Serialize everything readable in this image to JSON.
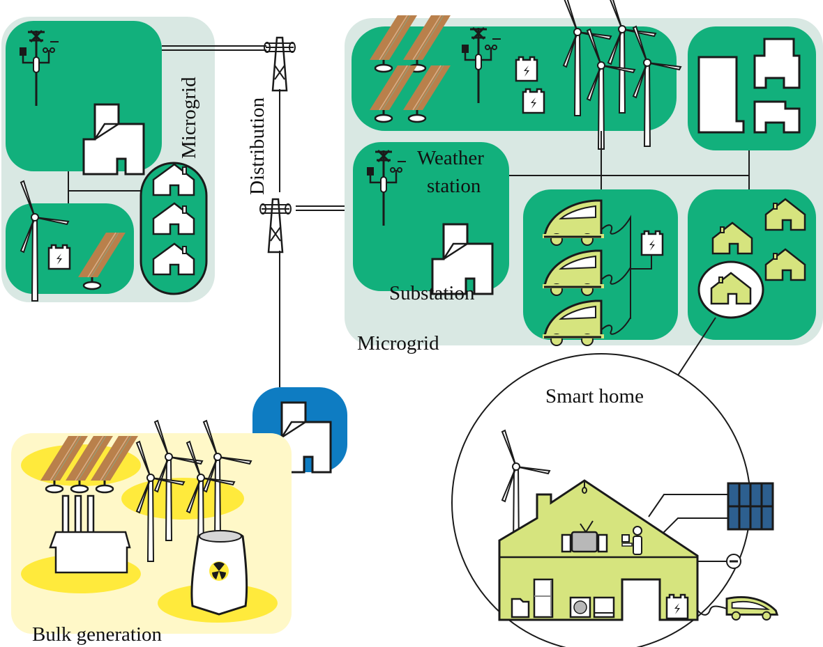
{
  "diagram": {
    "title": "Smart grid architecture",
    "colors": {
      "microgrid_bg": "#d9e8e3",
      "cell_green": "#12b07c",
      "bulk_bg": "#fff8c8",
      "bulk_spot": "#ffea3c",
      "transmission_blue": "#0e7cc2",
      "house_yellow": "#d6e47e",
      "solar_brown": "#b9804b",
      "solar_blue": "#2d5f8f",
      "line": "#1a1a1a"
    },
    "labels": {
      "microgrid_left": "Microgrid",
      "microgrid_right": "Microgrid",
      "distribution": "Distribution",
      "weather_station": [
        "Weather",
        "station"
      ],
      "substation": "Substation",
      "smart_home": "Smart home",
      "bulk_generation": "Bulk generation"
    },
    "nodes": [
      {
        "id": "left-microgrid",
        "type": "microgrid",
        "contains": [
          "weather-station",
          "substation",
          "wind-turbine",
          "battery",
          "solar-panel",
          "houses"
        ]
      },
      {
        "id": "right-microgrid",
        "type": "microgrid",
        "contains": [
          "solar-farm",
          "weather-station",
          "batteries",
          "wind-farm",
          "commercial-buildings",
          "substation",
          "ev-charging",
          "residential-houses"
        ]
      },
      {
        "id": "transmission-substation",
        "type": "substation"
      },
      {
        "id": "bulk-generation",
        "type": "generation",
        "contains": [
          "solar-farm",
          "wind-farm",
          "fossil-plant",
          "nuclear-plant"
        ]
      },
      {
        "id": "smart-home",
        "type": "home",
        "contains": [
          "wind-turbine",
          "solar-panel",
          "tv",
          "computer",
          "fridge",
          "washer",
          "oven",
          "battery",
          "smart-meter",
          "electric-vehicle"
        ]
      }
    ],
    "edges": [
      {
        "from": "left-microgrid",
        "to": "distribution-tower-top"
      },
      {
        "from": "distribution-tower-top",
        "to": "distribution-tower-bottom"
      },
      {
        "from": "distribution-tower-bottom",
        "to": "right-microgrid"
      },
      {
        "from": "distribution-tower-bottom",
        "to": "transmission-substation"
      },
      {
        "from": "right-microgrid",
        "to": "smart-home"
      }
    ]
  }
}
